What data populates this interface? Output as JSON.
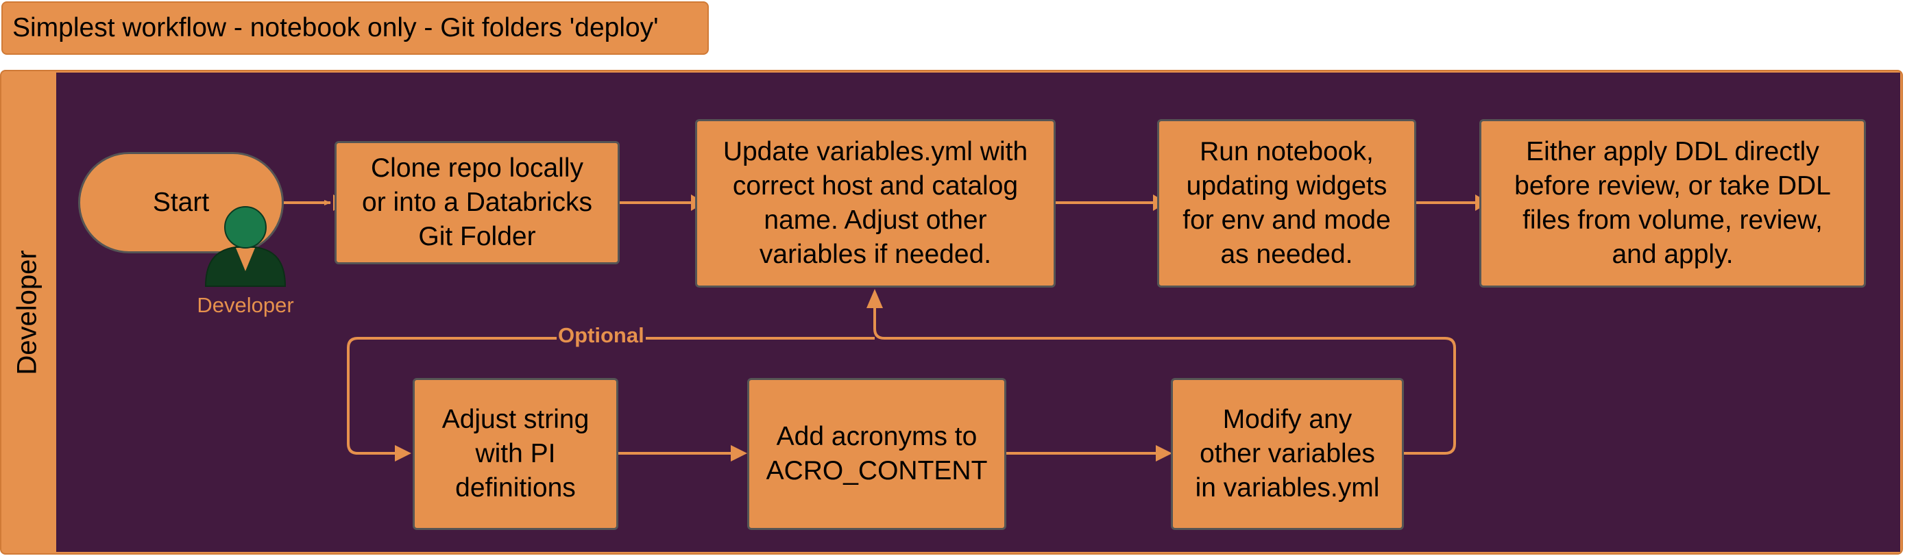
{
  "title": "Simplest workflow - notebook only - Git folders 'deploy'",
  "lane": {
    "label": "Developer"
  },
  "actor": {
    "label": "Developer",
    "icon": "user-icon"
  },
  "nodes": {
    "start": "Start",
    "clone": "Clone repo locally\nor into a Databricks\nGit Folder",
    "update": "Update variables.yml with\ncorrect host and catalog\nname. Adjust other\nvariables if needed.",
    "run": "Run notebook,\nupdating widgets\nfor env and mode\nas needed.",
    "apply": "Either apply DDL directly\nbefore review, or take DDL\nfiles from volume, review,\nand apply.",
    "adjust": "Adjust string\nwith PI\ndefinitions",
    "acronyms": "Add acronyms to\nACRO_CONTENT",
    "modify": "Modify any\nother variables\nin variables.yml"
  },
  "edges": {
    "optional_label": "Optional"
  },
  "colors": {
    "lane_bg": "#421a3f",
    "node_fill": "#e6914d",
    "connector": "#e6914d",
    "node_border": "#555555"
  }
}
